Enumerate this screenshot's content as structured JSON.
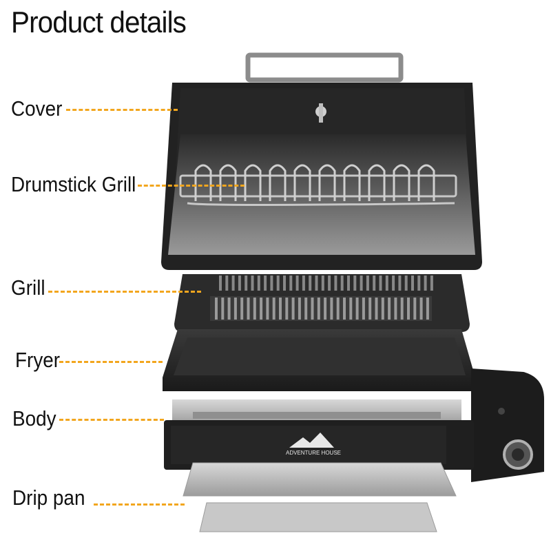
{
  "title": "Product details",
  "brand": "ADVENTURE HOUSE",
  "parts": [
    {
      "label": "Cover"
    },
    {
      "label": "Drumstick  Grill"
    },
    {
      "label": "Grill"
    },
    {
      "label": "Fryer"
    },
    {
      "label": "Body"
    },
    {
      "label": "Drip pan"
    }
  ],
  "colors": {
    "leader": "#f2a61e",
    "body": "#1e1e1e",
    "steel": "#b9b9b9"
  }
}
